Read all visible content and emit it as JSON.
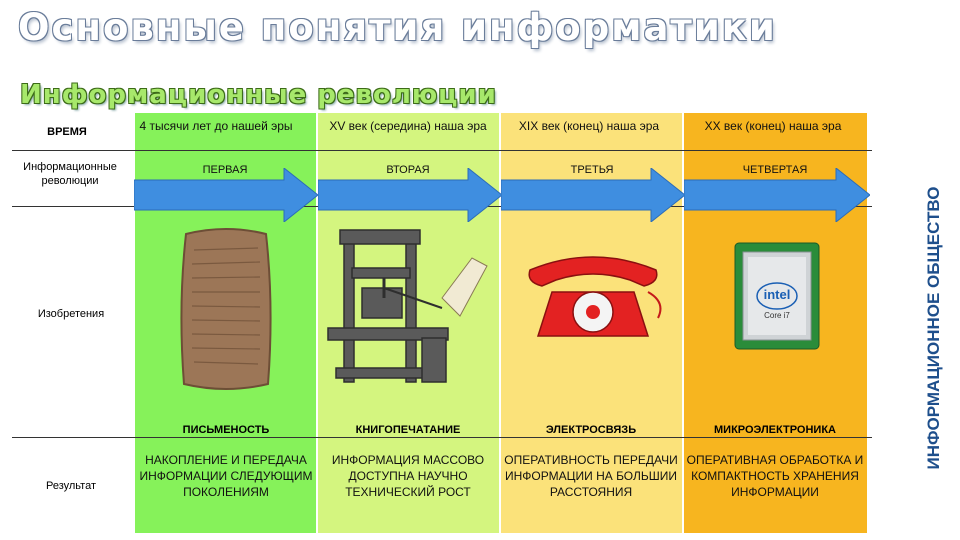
{
  "title": "Основные понятия информатики",
  "subtitle": "Информационные революции",
  "side_label": "ИНФОРМАЦИОННОЕ ОБЩЕСТВО",
  "rows": {
    "time": "ВРЕМЯ",
    "revolutions": "Информационные революции",
    "inventions": "Изобретения",
    "result": "Результат"
  },
  "columns": [
    {
      "color": "#86f25a",
      "time": "4 тысячи лет до нашей эры",
      "revolution": "ПЕРВАЯ",
      "invention": "ПИСЬМЕНОСТЬ",
      "invention_icon": "clay-tablet-icon",
      "result": "НАКОПЛЕНИЕ И ПЕРЕДАЧА ИНФОРМАЦИИ СЛЕДУЮЩИМ ПОКОЛЕНИЯМ"
    },
    {
      "color": "#d4f57f",
      "time": "XV век (середина) наша эра",
      "revolution": "ВТОРАЯ",
      "invention": "КНИГОПЕЧАТАНИЕ",
      "invention_icon": "printing-press-icon",
      "result": "ИНФОРМАЦИЯ МАССОВО ДОСТУПНА НАУЧНО ТЕХНИЧЕСКИЙ РОСТ"
    },
    {
      "color": "#fbe27a",
      "time": "XIX век (конец) наша эра",
      "revolution": "ТРЕТЬЯ",
      "invention": "ЭЛЕКТРОСВЯЗЬ",
      "invention_icon": "telephone-icon",
      "result": "ОПЕРАТИВНОСТЬ ПЕРЕДАЧИ ИНФОРМАЦИИ НА БОЛЬШИИ РАССТОЯНИЯ"
    },
    {
      "color": "#f7b51f",
      "time": "XX век (конец) наша эра",
      "revolution": "ЧЕТВЕРТАЯ",
      "invention": "МИКРОЭЛЕКТРОНИКА",
      "invention_icon": "intel-chip-icon",
      "result": "ОПЕРАТИВНАЯ ОБРАБОТКА И КОМПАКТНОСТЬ ХРАНЕНИЯ ИНФОРМАЦИИ"
    }
  ],
  "chip_brand": "intel",
  "chip_model": "Core i7",
  "arrow_color": "#3f8ee0"
}
